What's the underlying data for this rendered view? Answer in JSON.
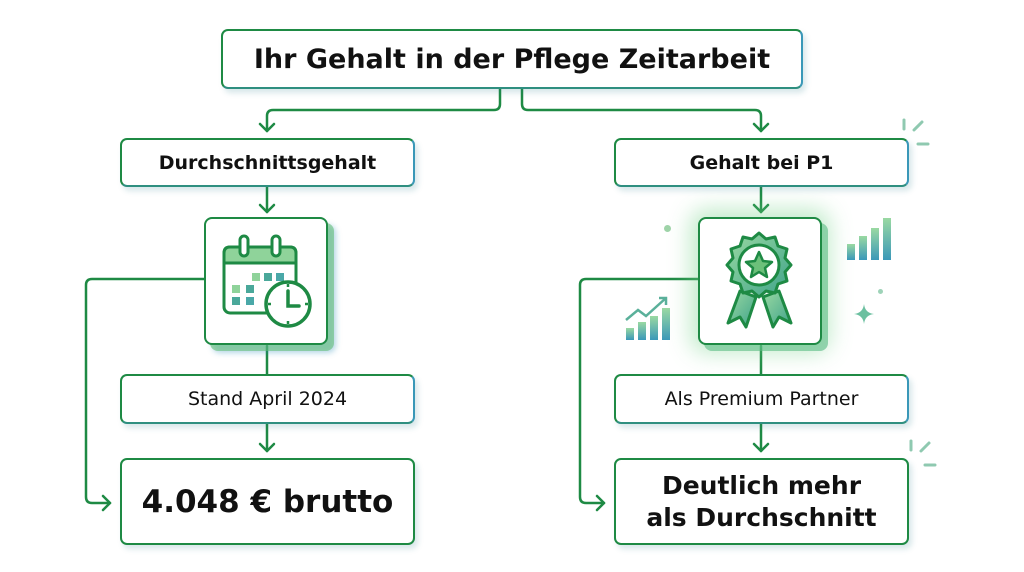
{
  "title": "Ihr Gehalt in der Pflege Zeitarbeit",
  "left": {
    "heading": "Durchschnittsgehalt",
    "icon": "calendar-clock-icon",
    "note": "Stand April 2024",
    "result": "4.048 € brutto"
  },
  "right": {
    "heading": "Gehalt bei P1",
    "icon": "award-rosette-icon",
    "note": "Als Premium Partner",
    "result_line1": "Deutlich mehr",
    "result_line2": "als Durchschnitt"
  },
  "colors": {
    "line": "#1e8a44",
    "accent_green": "#6cc07a",
    "accent_teal": "#3a98b8"
  }
}
